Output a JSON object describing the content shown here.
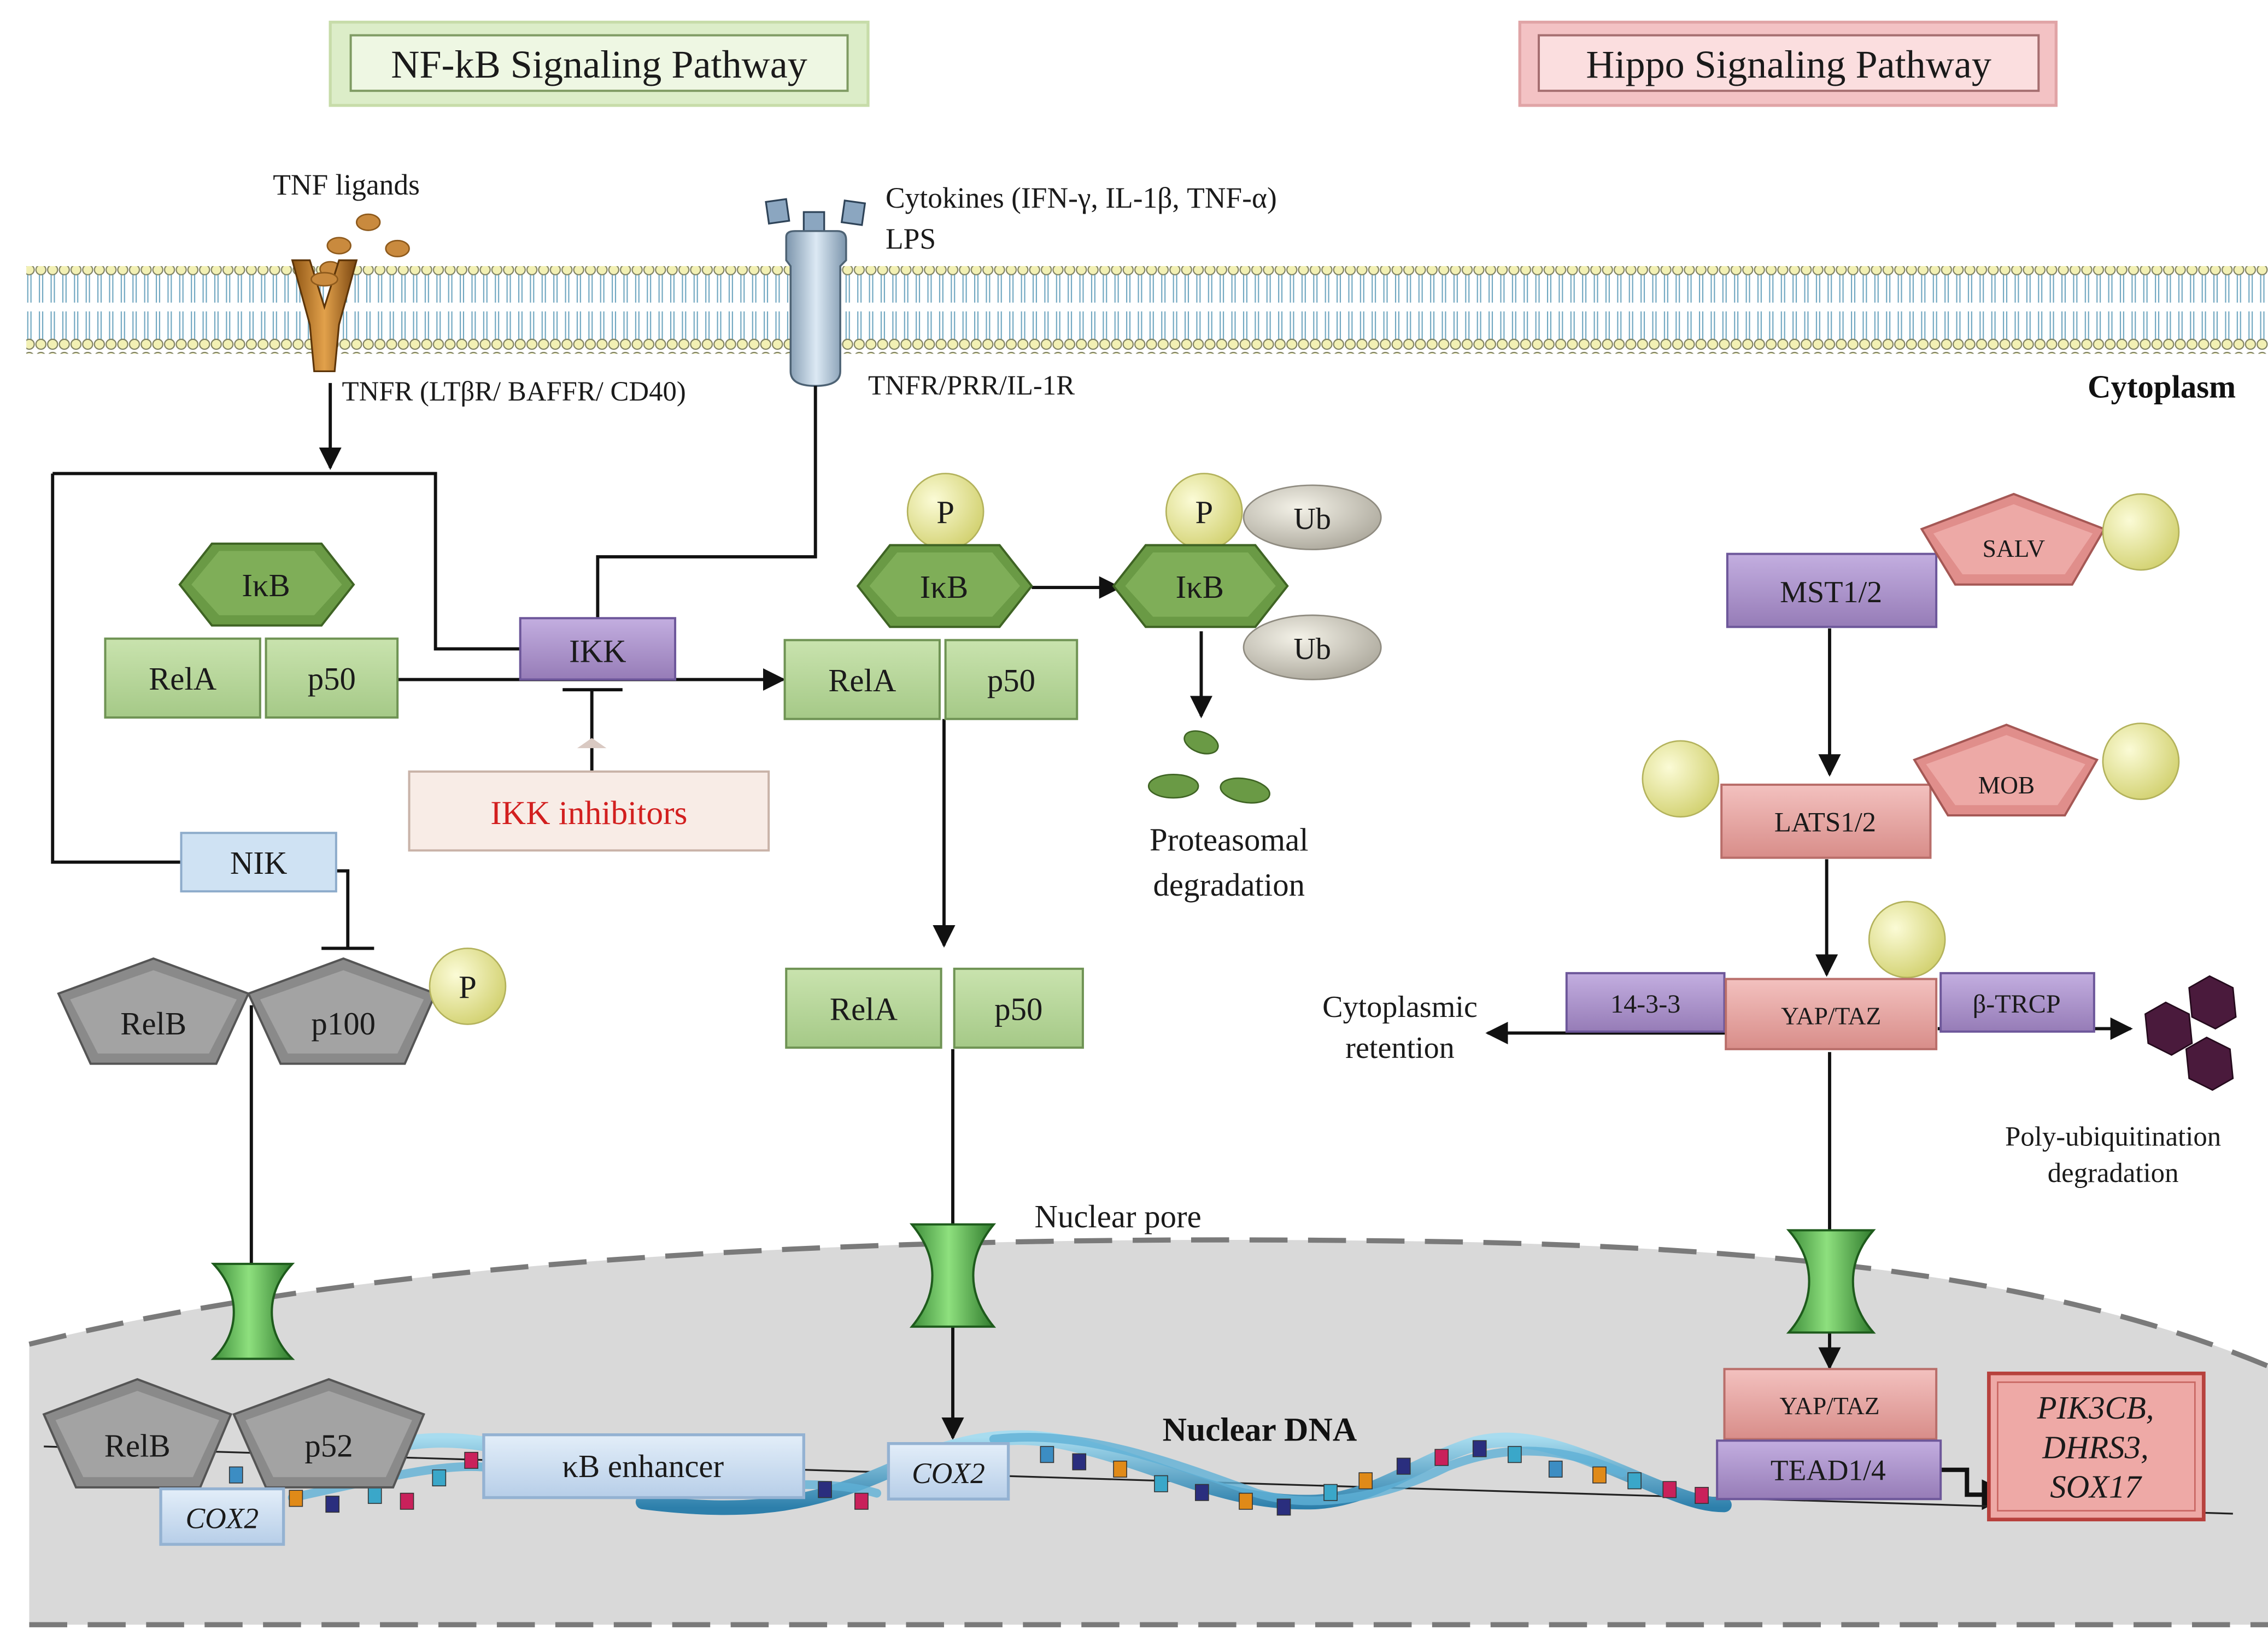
{
  "titles": {
    "nfkb": "NF-kB Signaling Pathway",
    "hippo": "Hippo Signaling Pathway"
  },
  "membrane": {
    "tnf_ligands": "TNF ligands",
    "cytokines": "Cytokines (IFN-γ, IL-1β, TNF-α)",
    "lps": "LPS",
    "tnfr_left": "TNFR (LTβR/ BAFFR/ CD40)",
    "tnfr_right": "TNFR/PRR/IL-1R",
    "cytoplasm": "Cytoplasm"
  },
  "nfkb": {
    "ikb": "IκB",
    "rela": "RelA",
    "p50": "p50",
    "ikk": "IKK",
    "ikk_inhibitors": "IKK inhibitors",
    "nik": "NIK",
    "relb": "RelB",
    "p100": "p100",
    "p52": "p52",
    "p": "P",
    "ub": "Ub",
    "proteasomal": "Proteasomal",
    "degradation": "degradation",
    "nuclear_pore": "Nuclear pore",
    "nuclear_dna": "Nuclear DNA",
    "kb_enhancer": "κB enhancer",
    "cox2": "COX2"
  },
  "hippo": {
    "mst": "MST1/2",
    "salv": "SALV",
    "lats": "LATS1/2",
    "mob": "MOB",
    "yaptaz": "YAP/TAZ",
    "p1433": "14-3-3",
    "btrcp": "β-TRCP",
    "cyto_ret_1": "Cytoplasmic",
    "cyto_ret_2": "retention",
    "polyub_1": "Poly-ubiquitination",
    "polyub_2": "degradation",
    "tead": "TEAD1/4",
    "gene1": "PIK3CB,",
    "gene2": "DHRS3,",
    "gene3": "SOX17"
  },
  "colors": {
    "green_light": "#b6d59a",
    "green_dark": "#5e8a3c",
    "purple": "#a88bc6",
    "pink": "#e8a7a4",
    "gray_protein": "#9b9b9b",
    "yellow_p": "#ecec9c",
    "nucleus": "#d9d9d9",
    "red_text": "#d21f1f"
  }
}
